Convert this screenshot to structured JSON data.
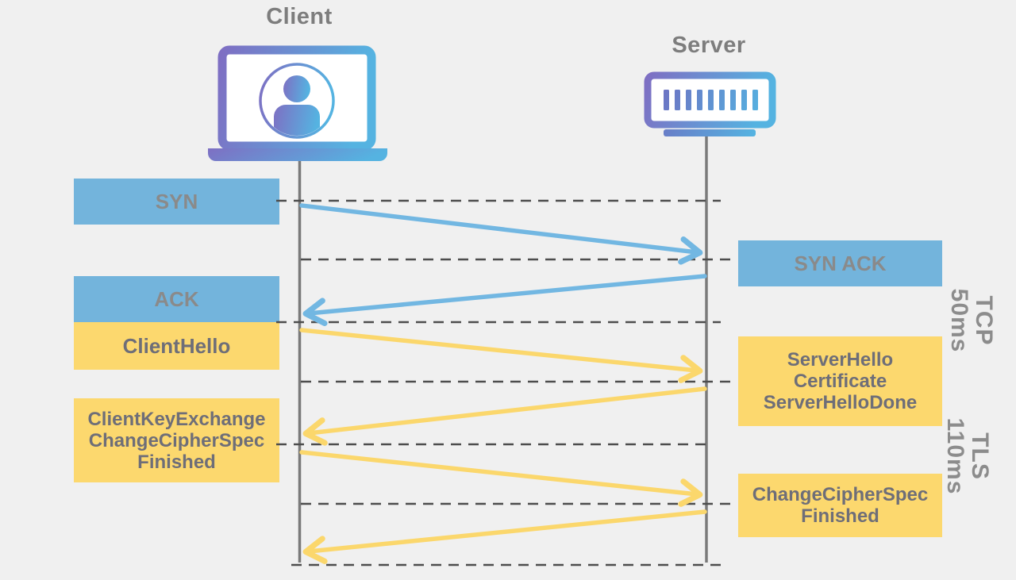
{
  "actors": {
    "client": {
      "label": "Client"
    },
    "server": {
      "label": "Server"
    }
  },
  "messages": {
    "syn": "SYN",
    "syn_ack": "SYN ACK",
    "ack": "ACK",
    "client_hello": "ClientHello",
    "server_hello": "ServerHello\nCertificate\nServerHelloDone",
    "client_key_exchange": "ClientKeyExchange\nChangeCipherSpec\nFinished",
    "change_cipher_spec": "ChangeCipherSpec\nFinished"
  },
  "phase_labels": {
    "tcp": "TCP\n50ms",
    "tls": "TLS\n110ms"
  },
  "colors": {
    "background": "#f0f0f0",
    "tcp_message_box": "#73b4dc",
    "tls_message_box": "#fcd86e",
    "tcp_arrow": "#72b7e2",
    "tls_arrow": "#fbd76c",
    "lifeline": "#7a7a7a",
    "dashed_timeline": "#4d4d4d",
    "text_on_blue": "#8a8a8a",
    "text_on_yellow": "#6e6e78",
    "heading_text": "#7d7d7d",
    "icon_gradient_start": "#7e6fc3",
    "icon_gradient_end": "#55b3e1"
  }
}
